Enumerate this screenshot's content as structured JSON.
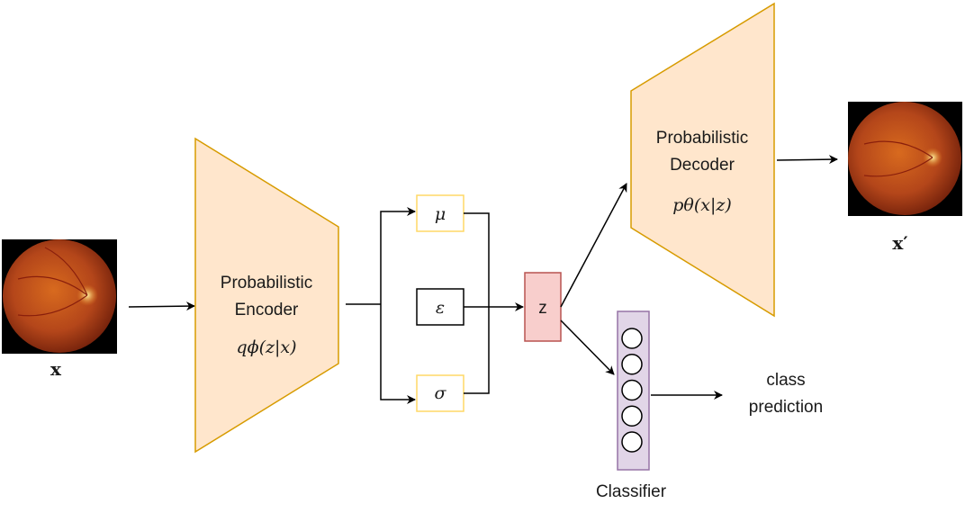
{
  "input_image": {
    "label": "x",
    "description_icon": "retina-fundus-image"
  },
  "output_image": {
    "label": "x′",
    "description_icon": "retina-fundus-image"
  },
  "encoder": {
    "line1": "Probabilistic",
    "line2": "Encoder",
    "formula": "qϕ(z|x)",
    "fill": "#ffe6cc",
    "stroke": "#d79b00"
  },
  "decoder": {
    "line1": "Probabilistic",
    "line2": "Decoder",
    "formula": "pθ(x|z)",
    "fill": "#ffe6cc",
    "stroke": "#d79b00"
  },
  "mu": {
    "label": "μ",
    "stroke": "#ffd966"
  },
  "epsilon": {
    "label": "ε",
    "stroke": "#000000"
  },
  "sigma": {
    "label": "σ",
    "stroke": "#ffd966"
  },
  "z": {
    "label": "z",
    "fill": "#f8cecc",
    "stroke": "#b85450"
  },
  "classifier": {
    "label": "Classifier",
    "fill": "#e1d5e7",
    "stroke": "#9673a6",
    "nodes": 5
  },
  "prediction": {
    "line1": "class",
    "line2": "prediction"
  }
}
